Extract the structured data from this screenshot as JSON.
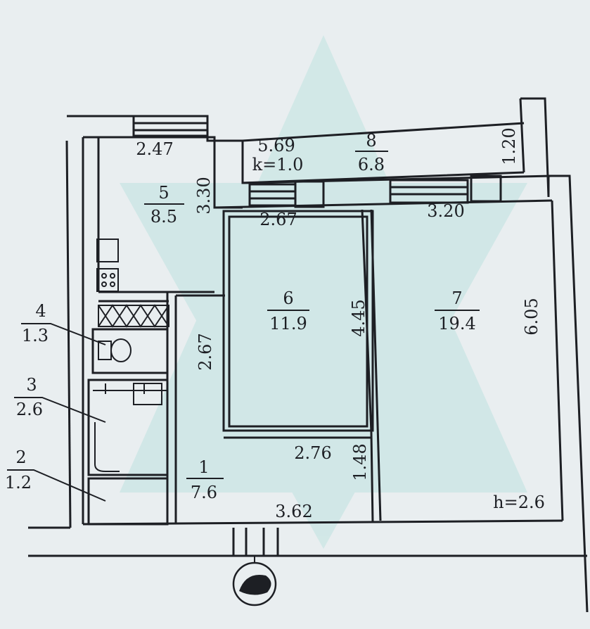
{
  "rooms": [
    {
      "number": "1",
      "area": "7.6"
    },
    {
      "number": "2",
      "area": "1.2"
    },
    {
      "number": "3",
      "area": "2.6"
    },
    {
      "number": "4",
      "area": "1.3"
    },
    {
      "number": "5",
      "area": "8.5"
    },
    {
      "number": "6",
      "area": "11.9"
    },
    {
      "number": "7",
      "area": "19.4"
    },
    {
      "number": "8",
      "area": "6.8"
    }
  ],
  "dimensions": {
    "kitchen_width": "2.47",
    "kitchen_depth": "3.30",
    "balcony_length": "5.69",
    "balcony_coefficient": "k=1.0",
    "balcony_depth": "1.20",
    "room6_width": "2.67",
    "room6_depth": "4.45",
    "room7_width": "3.20",
    "room7_depth": "6.05",
    "hall_length": "2.67",
    "corridor_width": "2.76",
    "closet_depth": "1.48",
    "entrance_width": "3.62"
  },
  "ceiling_height": "h=2.6",
  "colors": {
    "wall": "#1d1f24",
    "paper": "#e9eef0",
    "watermark": "#bfe3e0"
  }
}
